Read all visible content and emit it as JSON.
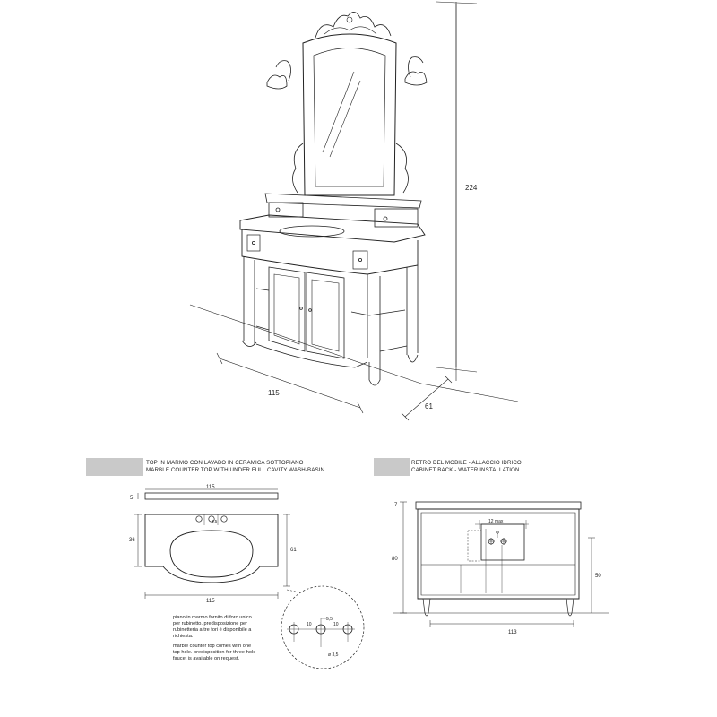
{
  "elevation": {
    "width_label": "115",
    "depth_label": "61",
    "height_label": "224"
  },
  "section_top": {
    "title_it": "TOP IN MARMO CON LAVABO IN CERAMICA SOTTOPIANO",
    "title_en": "MARBLE COUNTER TOP WITH UNDER FULL CAVITY WASH-BASIN",
    "thickness": "5",
    "width_top": "115",
    "depth_left": "36",
    "depth_right": "61",
    "width_bottom": "115",
    "hole_dim": "3,5",
    "note_it": [
      "piano in marmo fornito di  foro unico",
      "per rubinetto. predisposizione per",
      "rubinetteria a tre fori è disponibile a",
      "richiesta."
    ],
    "note_en": [
      "marble counter top comes with one",
      "tap hole. predisposition for three-hole",
      "faucet is available on request."
    ],
    "detail": {
      "spacing_left": "10",
      "spacing_right": "10",
      "offset": "5,5",
      "diameter": "ø 3,5"
    }
  },
  "section_back": {
    "title_it": "RETRO DEL MOBILE - ALLACCIO IDRICO",
    "title_en": "CABINET BACK - WATER INSTALLATION",
    "top_offset": "7",
    "box_width": "12 max",
    "height_left": "80",
    "height_right": "50",
    "width_bottom": "113"
  }
}
